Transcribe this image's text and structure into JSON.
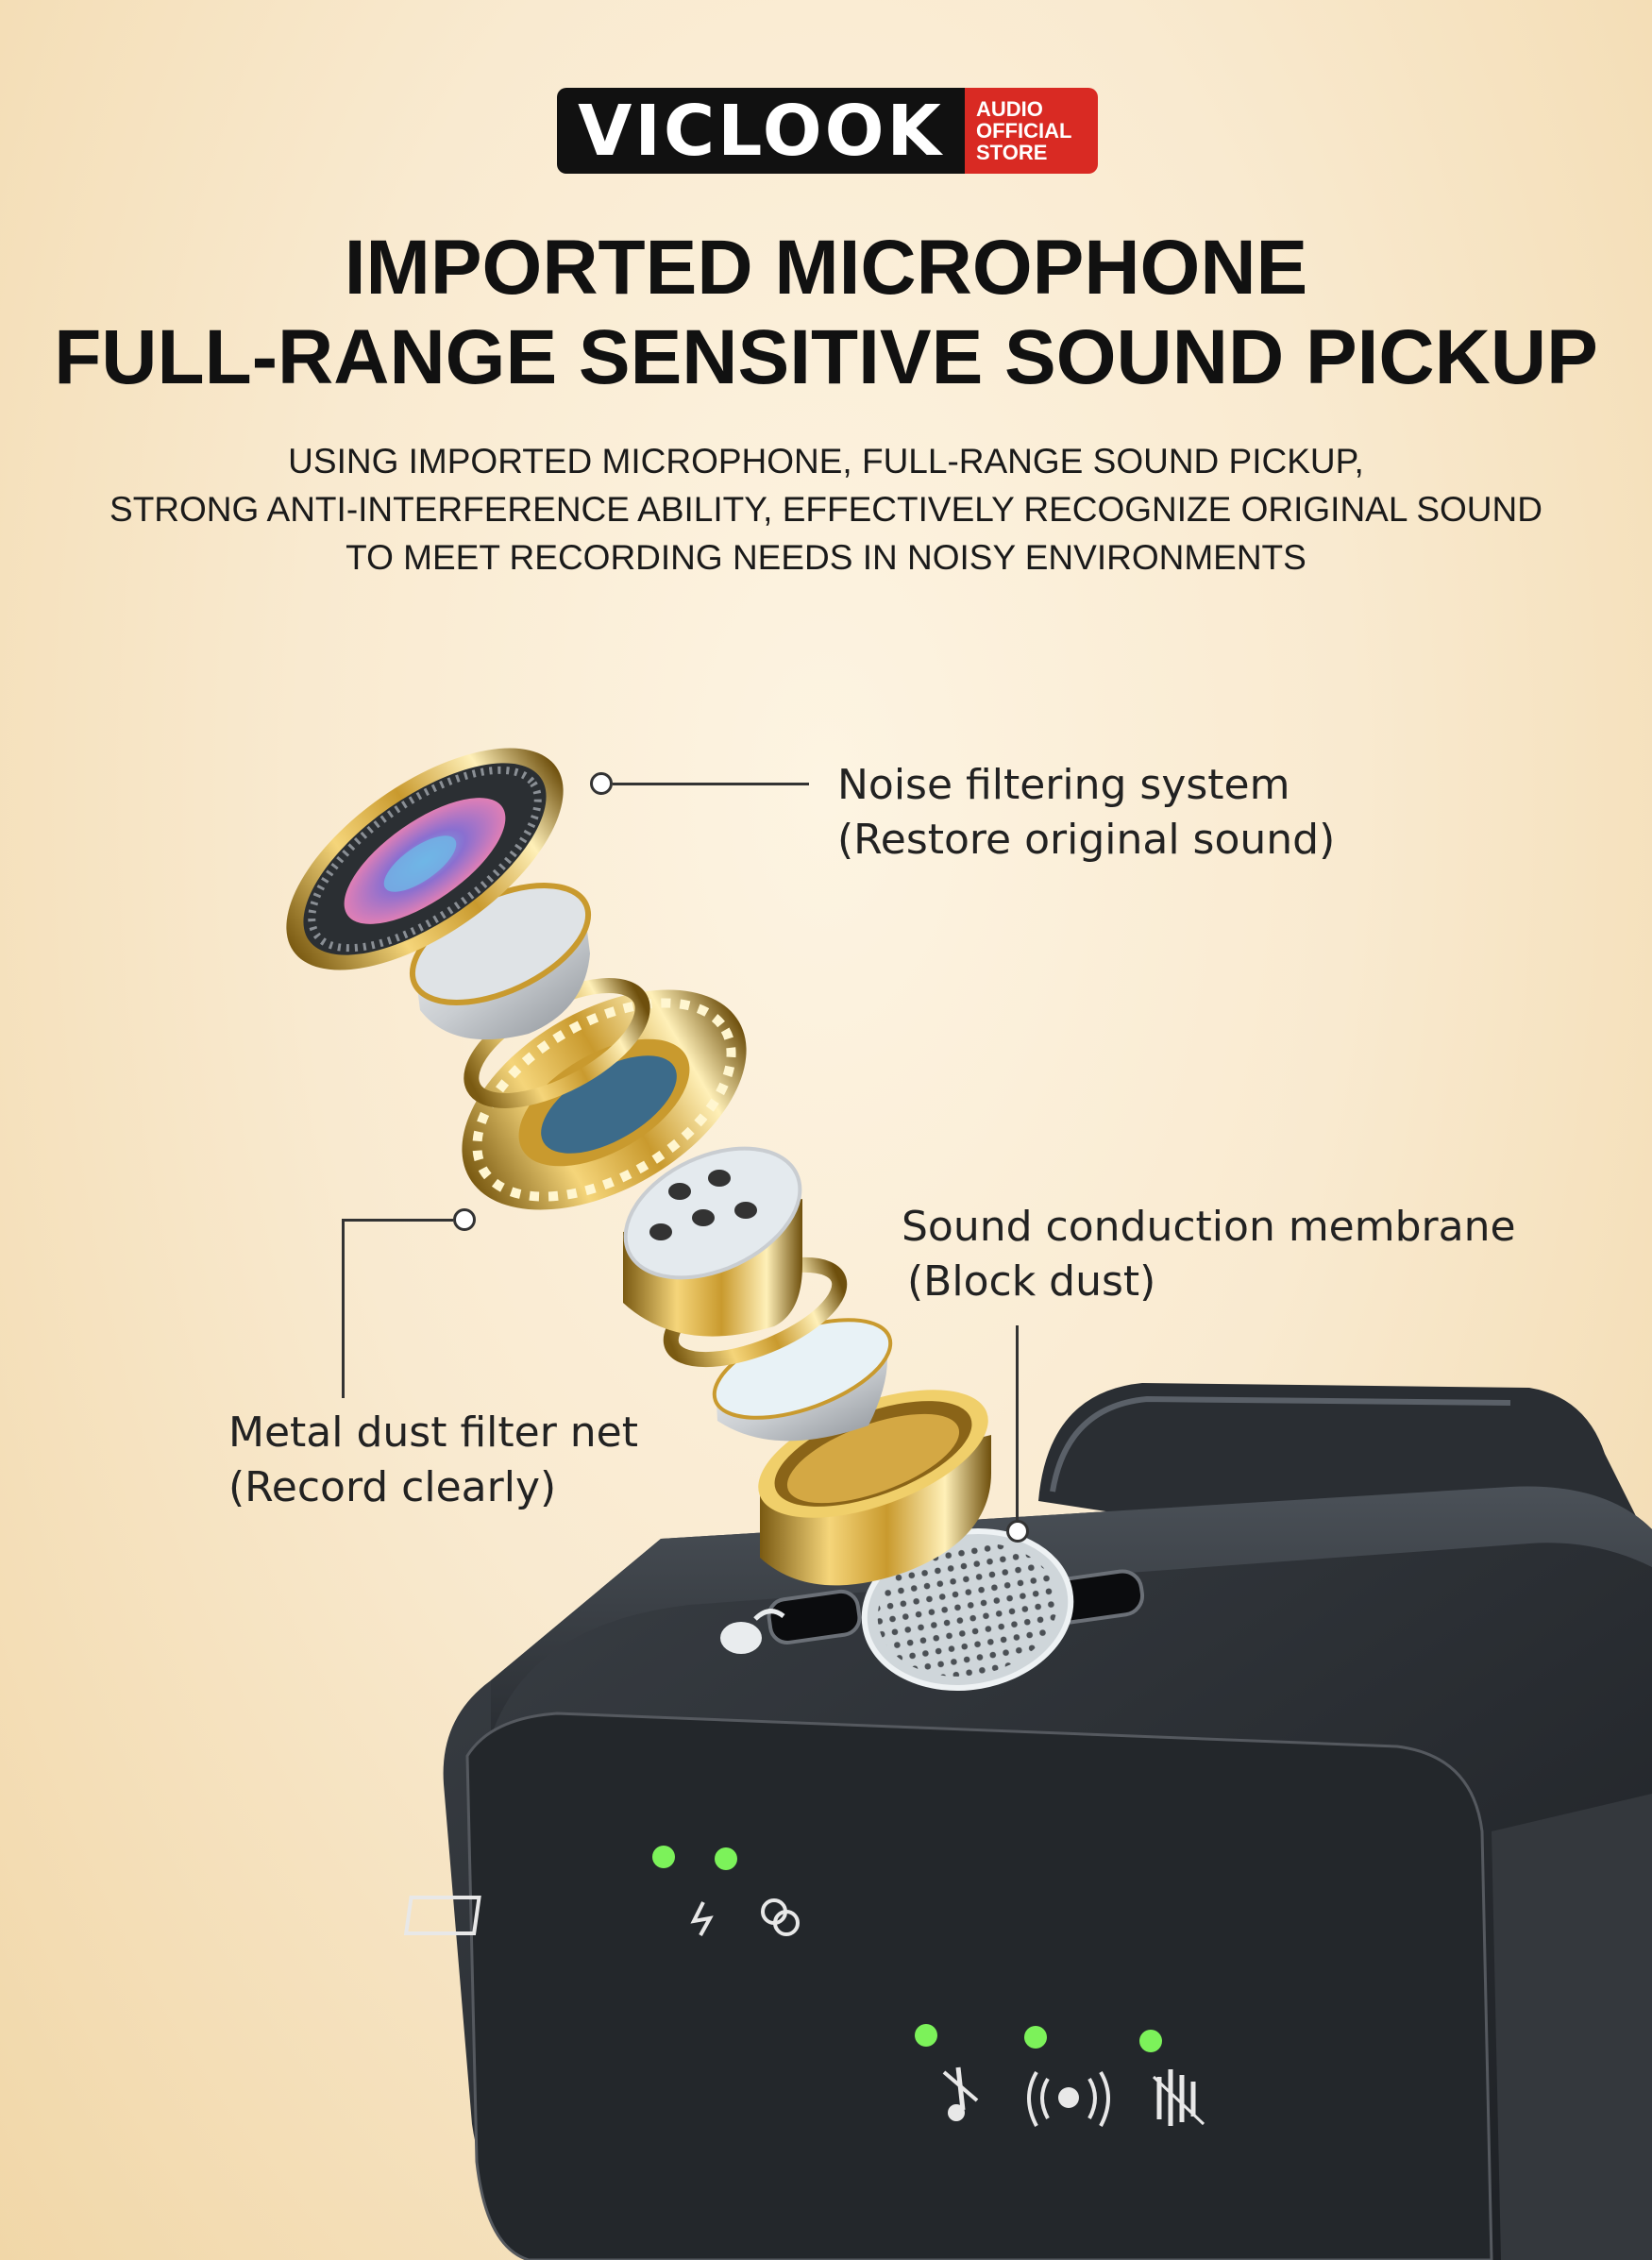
{
  "brand": {
    "name": "VICLOOK",
    "tag_lines": [
      "AUDIO",
      "OFFICIAL",
      "STORE"
    ]
  },
  "headline": {
    "line1": "IMPORTED MICROPHONE",
    "line2": "FULL-RANGE SENSITIVE SOUND PICKUP"
  },
  "description": {
    "line1": "USING IMPORTED MICROPHONE, FULL-RANGE SOUND PICKUP,",
    "line2": "STRONG ANTI-INTERFERENCE ABILITY, EFFECTIVELY RECOGNIZE ORIGINAL SOUND",
    "line3": "TO MEET RECORDING  NEEDS IN NOISY ENVIRONMENTS"
  },
  "callouts": {
    "noise_filter": {
      "title": "Noise filtering system",
      "note": "(Restore original sound)"
    },
    "membrane": {
      "title": "Sound conduction membrane",
      "note": "(Block dust)"
    },
    "dust_net": {
      "title": "Metal dust filter net",
      "note": "(Record clearly)"
    }
  },
  "colors": {
    "background": "#f9ead0",
    "logo_dark": "#111111",
    "logo_red": "#d92a23",
    "device_body": "#2c3035",
    "gold": "#c99a2e",
    "led_green": "#7cf25a"
  },
  "icons": [
    "power-icon",
    "link-icon",
    "music-note-icon",
    "broadcast-icon",
    "noise-cancel-icon"
  ]
}
